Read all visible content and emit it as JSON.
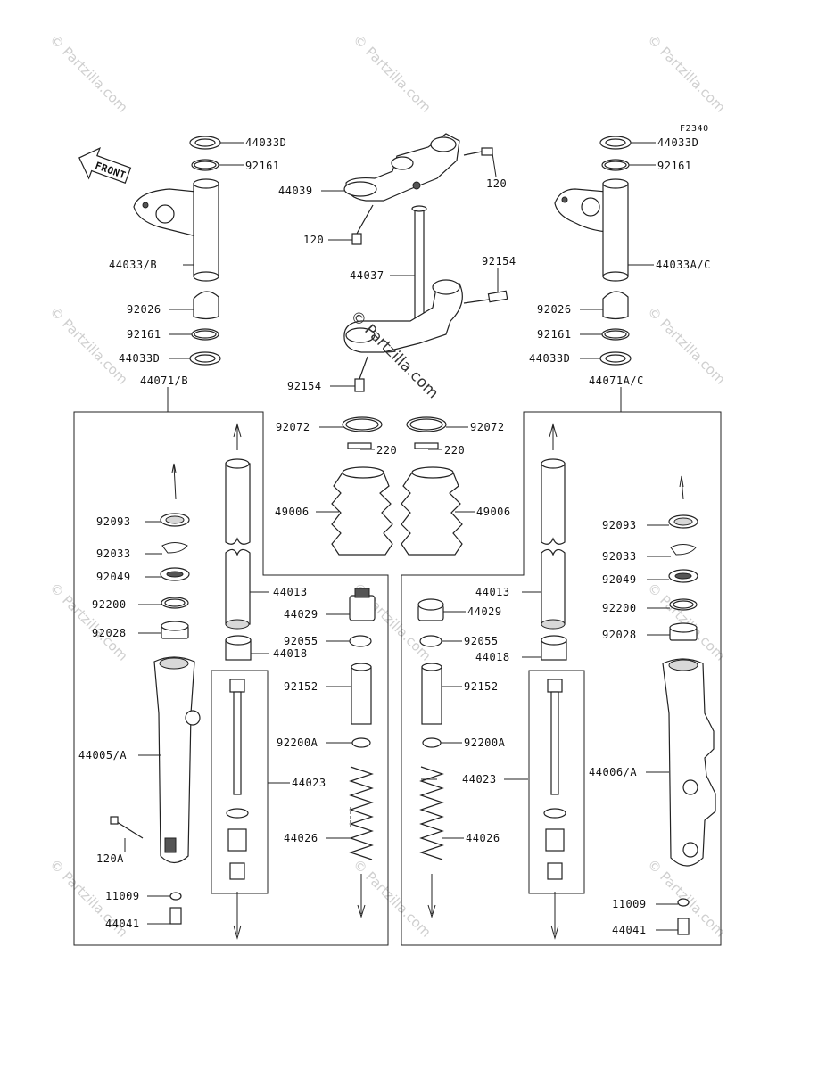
{
  "figure_code": "F2340",
  "front_label": "FRONT",
  "watermark_text": "© Partzilla.com",
  "center_watermark": "© Partzilla.com",
  "labels": {
    "l_44033D": "44033D",
    "l_92161": "92161",
    "l_44033B": "44033/B",
    "l_92026": "92026",
    "l_92161b": "92161",
    "l_44033Db": "44033D",
    "l_44071B": "44071/B",
    "l_92093": "92093",
    "l_92033": "92033",
    "l_92049": "92049",
    "l_92200": "92200",
    "l_92028": "92028",
    "l_44005A": "44005/A",
    "l_120A": "120A",
    "l_11009": "11009",
    "l_44041": "44041",
    "l_44013": "44013",
    "l_44018": "44018",
    "l_44023": "44023",
    "c_44039": "44039",
    "c_120": "120",
    "c_120b": "120",
    "c_44037": "44037",
    "c_92154": "92154",
    "c_92154b": "92154",
    "c_92072": "92072",
    "c_92072b": "92072",
    "c_220": "220",
    "c_220b": "220",
    "c_49006": "49006",
    "c_49006b": "49006",
    "c_44029": "44029",
    "c_44029b": "44029",
    "c_92055": "92055",
    "c_92055b": "92055",
    "c_92152": "92152",
    "c_92152b": "92152",
    "c_92200A": "92200A",
    "c_92200Ab": "92200A",
    "c_44026": "44026",
    "c_44026b": "44026",
    "r_44033D": "44033D",
    "r_92161": "92161",
    "r_44033AC": "44033A/C",
    "r_92026": "92026",
    "r_92161b": "92161",
    "r_44033Db": "44033D",
    "r_44071AC": "44071A/C",
    "r_92093": "92093",
    "r_92033": "92033",
    "r_92049": "92049",
    "r_92200": "92200",
    "r_92028": "92028",
    "r_44006A": "44006/A",
    "r_44013": "44013",
    "r_44018": "44018",
    "r_44023": "44023",
    "r_11009": "11009",
    "r_44041": "44041"
  }
}
